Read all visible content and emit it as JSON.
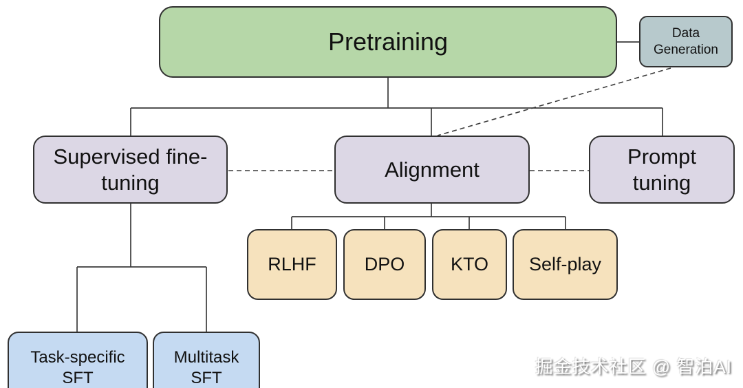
{
  "diagram": {
    "title_node": "Pretraining",
    "nodes": {
      "pretraining": {
        "label": "Pretraining",
        "fill": "#b6d7a8"
      },
      "data_generation": {
        "label": "Data Generation",
        "fill": "#b7c9cc"
      },
      "supervised_fine_tuning": {
        "label": "Supervised fine-tuning",
        "fill": "#dcd7e5"
      },
      "alignment": {
        "label": "Alignment",
        "fill": "#dcd7e5"
      },
      "prompt_tuning": {
        "label": "Prompt tuning",
        "fill": "#dcd7e5"
      },
      "rlhf": {
        "label": "RLHF",
        "fill": "#f6e2bd"
      },
      "dpo": {
        "label": "DPO",
        "fill": "#f6e2bd"
      },
      "kto": {
        "label": "KTO",
        "fill": "#f6e2bd"
      },
      "self_play": {
        "label": "Self-play",
        "fill": "#f6e2bd"
      },
      "task_specific_sft": {
        "label": "Task-specific SFT",
        "fill": "#c5daf2"
      },
      "multitask_sft": {
        "label": "Multitask SFT",
        "fill": "#c5daf2"
      }
    },
    "edges": [
      {
        "from": "pretraining",
        "to": "data_generation",
        "style": "solid"
      },
      {
        "from": "pretraining",
        "to": "supervised_fine_tuning",
        "style": "solid"
      },
      {
        "from": "pretraining",
        "to": "alignment",
        "style": "solid"
      },
      {
        "from": "pretraining",
        "to": "prompt_tuning",
        "style": "solid"
      },
      {
        "from": "data_generation",
        "to": "alignment",
        "style": "dashed"
      },
      {
        "from": "supervised_fine_tuning",
        "to": "alignment",
        "style": "dashed"
      },
      {
        "from": "alignment",
        "to": "prompt_tuning",
        "style": "dashed"
      },
      {
        "from": "alignment",
        "to": "rlhf",
        "style": "solid"
      },
      {
        "from": "alignment",
        "to": "dpo",
        "style": "solid"
      },
      {
        "from": "alignment",
        "to": "kto",
        "style": "solid"
      },
      {
        "from": "alignment",
        "to": "self_play",
        "style": "solid"
      },
      {
        "from": "supervised_fine_tuning",
        "to": "task_specific_sft",
        "style": "solid"
      },
      {
        "from": "supervised_fine_tuning",
        "to": "multitask_sft",
        "style": "solid"
      }
    ],
    "colors": {
      "background": "#ffffff",
      "border": "#303030",
      "line": "#3a3a3a",
      "text": "#111111",
      "pretraining_fill": "#b6d7a8",
      "data_generation_fill": "#b7c9cc",
      "stage_fill": "#dcd7e5",
      "method_fill": "#f6e2bd",
      "sft_type_fill": "#c5daf2"
    }
  },
  "watermark": {
    "text": "掘金技术社区 @ 智泊AI"
  }
}
